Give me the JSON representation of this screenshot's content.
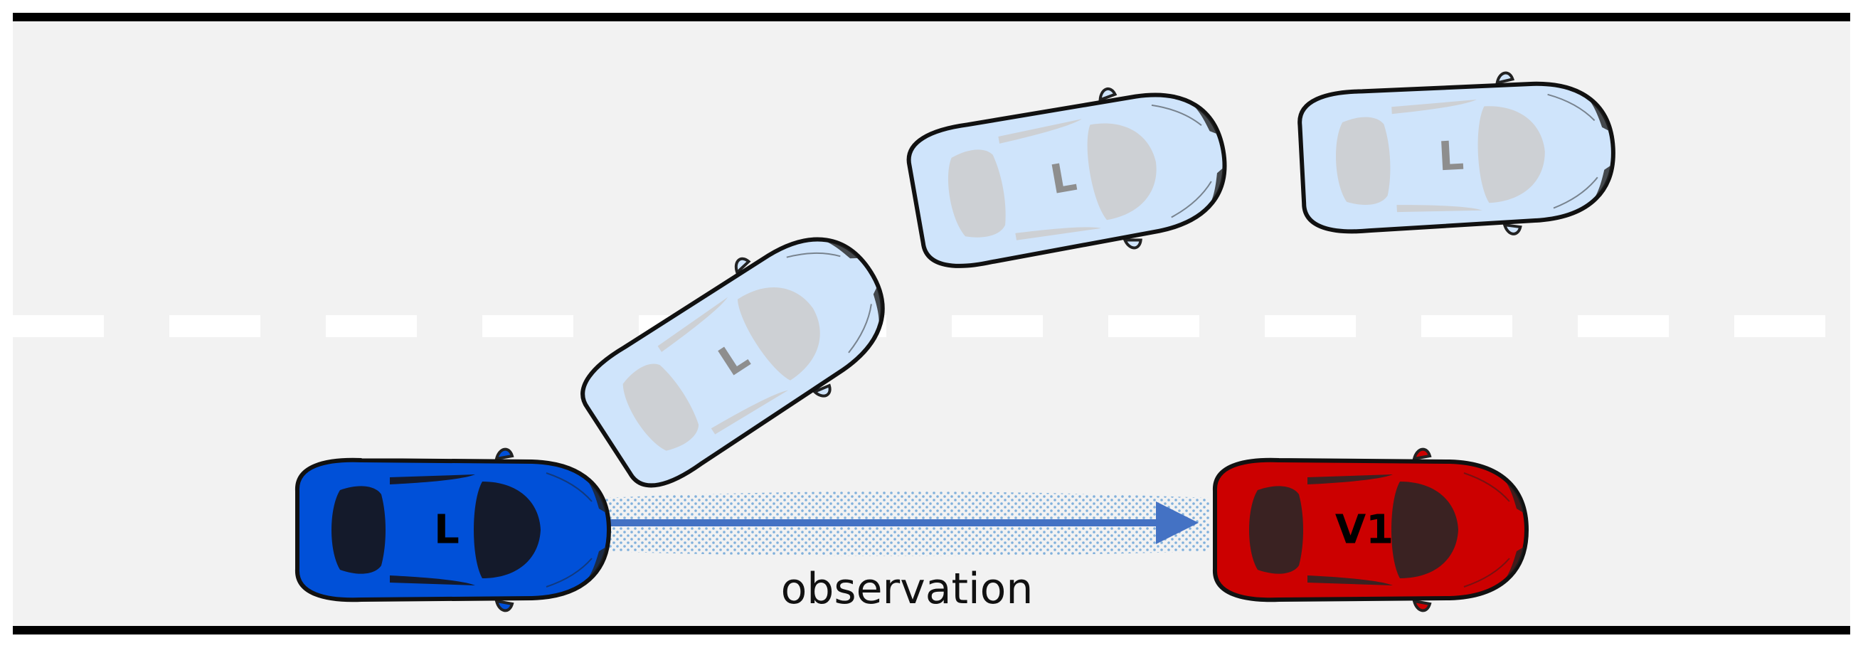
{
  "diagram": {
    "observation_label": "observation",
    "colors": {
      "road": "#f2f2f2",
      "road_edge": "#000000",
      "lane_marking": "#ffffff",
      "leader_car": "#0050d8",
      "ghost_car": "#cfe4fb",
      "target_car": "#cc0000",
      "observation_arrow": "#4472c4",
      "observation_dots": "#5b9bd5"
    },
    "cars": [
      {
        "id": "leader",
        "label": "L",
        "color": "#0050d8",
        "window": "#141a2b",
        "label_color": "#000000"
      },
      {
        "id": "ghost-1",
        "label": "L",
        "color": "#cfe4fb",
        "window": "#cdd0d4",
        "label_color": "#8e8e8e"
      },
      {
        "id": "ghost-2",
        "label": "L",
        "color": "#cfe4fb",
        "window": "#cdd0d4",
        "label_color": "#8e8e8e"
      },
      {
        "id": "ghost-3",
        "label": "L",
        "color": "#cfe4fb",
        "window": "#cdd0d4",
        "label_color": "#8e8e8e"
      },
      {
        "id": "target",
        "label": "V1",
        "color": "#cc0000",
        "window": "#3a2222",
        "label_color": "#000000"
      }
    ]
  }
}
